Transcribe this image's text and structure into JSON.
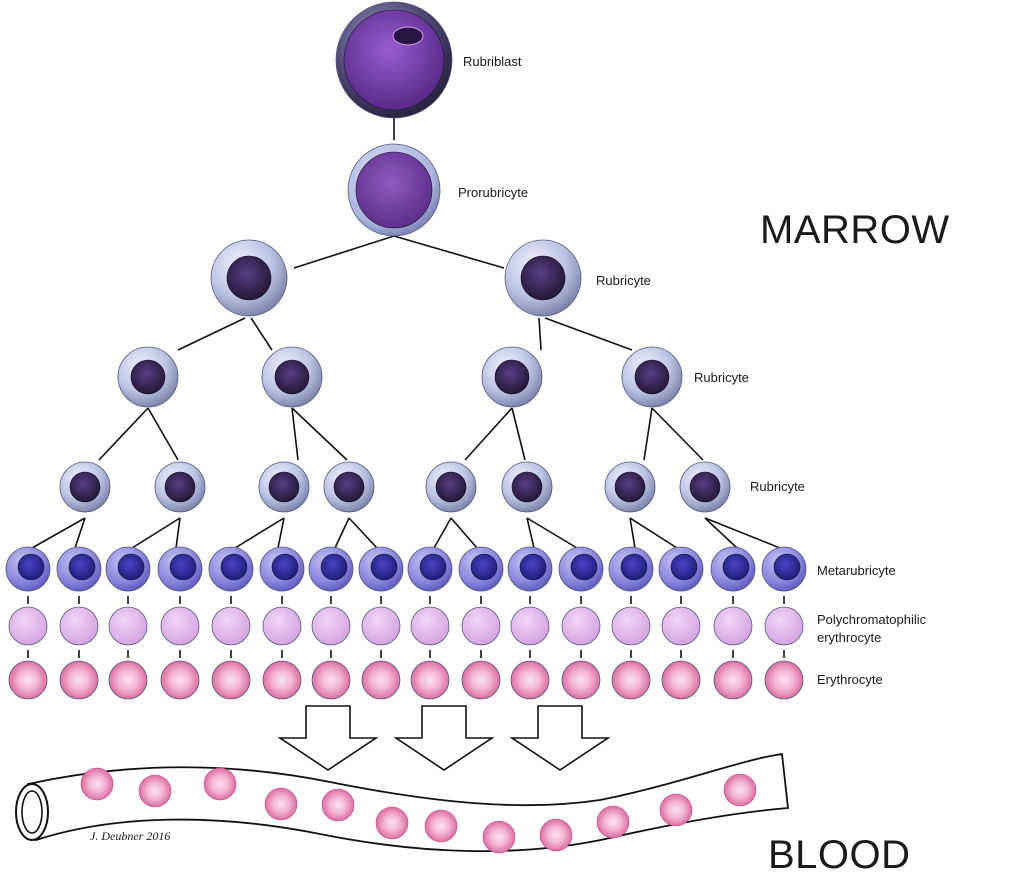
{
  "labels": {
    "rubriblast": "Rubriblast",
    "prorubricyte": "Prorubricyte",
    "rubricyte_1": "Rubricyte",
    "rubricyte_2": "Rubricyte",
    "rubricyte_3": "Rubricyte",
    "metarubricyte": "Metarubricyte",
    "polychromatophilic_line1": "Polychromatophilic",
    "polychromatophilic_line2": "erythrocyte",
    "erythrocyte": "Erythrocyte"
  },
  "regions": {
    "marrow": "MARROW",
    "blood": "BLOOD"
  },
  "signature": "J. Deubner 2016",
  "colors": {
    "rubriblast_nucleus": "#7a3fb0",
    "prorubricyte_nucleus": "#7b45ad",
    "rubricyte_cytoplasm": "#b9c2e0",
    "rubricyte_nucleus": "#3a2a5c",
    "metarubricyte_cytoplasm": "#8a88e0",
    "metarubricyte_nucleus": "#2e2aa0",
    "polychromatophilic": "#e0b4ea",
    "erythrocyte": "#e58ab4",
    "line": "#111111"
  }
}
